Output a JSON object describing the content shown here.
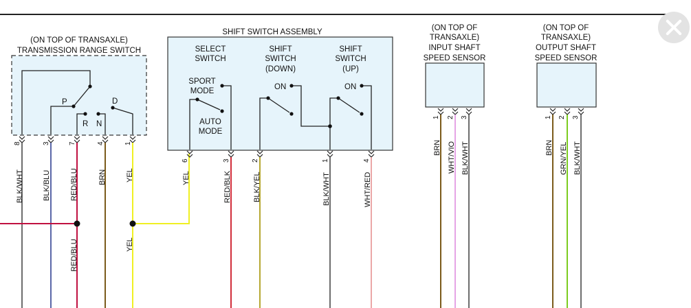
{
  "colors": {
    "box_fill": "#e6f4fb",
    "wire_blk_wht": "#6d6d6d",
    "wire_blk_blu": "#5a66a8",
    "wire_red_blu": "#c01040",
    "wire_red_blk": "#d02d3a",
    "wire_brn": "#7a5a1a",
    "wire_yel": "#f0f022",
    "wire_blk_yel": "#b6a832",
    "wire_wht_red": "#eba7a7",
    "wire_wht_vio": "#e6a4e6",
    "wire_grn_yel": "#7ccc1f"
  },
  "trs": {
    "location": "(ON TOP OF TRANSAXLE)",
    "title": "TRANSMISSION RANGE SWITCH",
    "pos_p": "P",
    "pos_r": "R",
    "pos_n": "N",
    "pos_d": "D",
    "pins": [
      "8",
      "3",
      "7",
      "4",
      "1"
    ],
    "wires": [
      "BLK/WHT",
      "BLK/BLU",
      "RED/BLU",
      "BRN",
      "YEL"
    ]
  },
  "ssa": {
    "title": "SHIFT SWITCH ASSEMBLY",
    "select_1": "SELECT",
    "select_2": "SWITCH",
    "down_1": "SHIFT",
    "down_2": "SWITCH",
    "down_3": "(DOWN)",
    "up_1": "SHIFT",
    "up_2": "SWITCH",
    "up_3": "(UP)",
    "sport_1": "SPORT",
    "sport_2": "MODE",
    "auto_1": "AUTO",
    "auto_2": "MODE",
    "on_down": "ON",
    "on_up": "ON",
    "pins": [
      "6",
      "3",
      "2",
      "1",
      "4"
    ],
    "wires": [
      "YEL",
      "RED/BLK",
      "BLK/YEL",
      "BLK/WHT",
      "WHT/RED"
    ]
  },
  "input_sensor": {
    "line_1": "(ON TOP OF",
    "line_2": "TRANSAXLE)",
    "line_3": "INPUT SHAFT",
    "line_4": "SPEED SENSOR",
    "pins": [
      "1",
      "2",
      "3"
    ],
    "wires": [
      "BRN",
      "WHT/VIO",
      "BLK/WHT"
    ]
  },
  "output_sensor": {
    "line_1": "(ON TOP OF",
    "line_2": "TRANSAXLE)",
    "line_3": "OUTPUT SHAFT",
    "line_4": "SPEED SENSOR",
    "pins": [
      "1",
      "2",
      "3"
    ],
    "wires": [
      "BRN",
      "GRN/YEL",
      "BLK/WHT"
    ]
  },
  "lower_labels": {
    "red_blu": "RED/BLU",
    "yel": "YEL"
  }
}
